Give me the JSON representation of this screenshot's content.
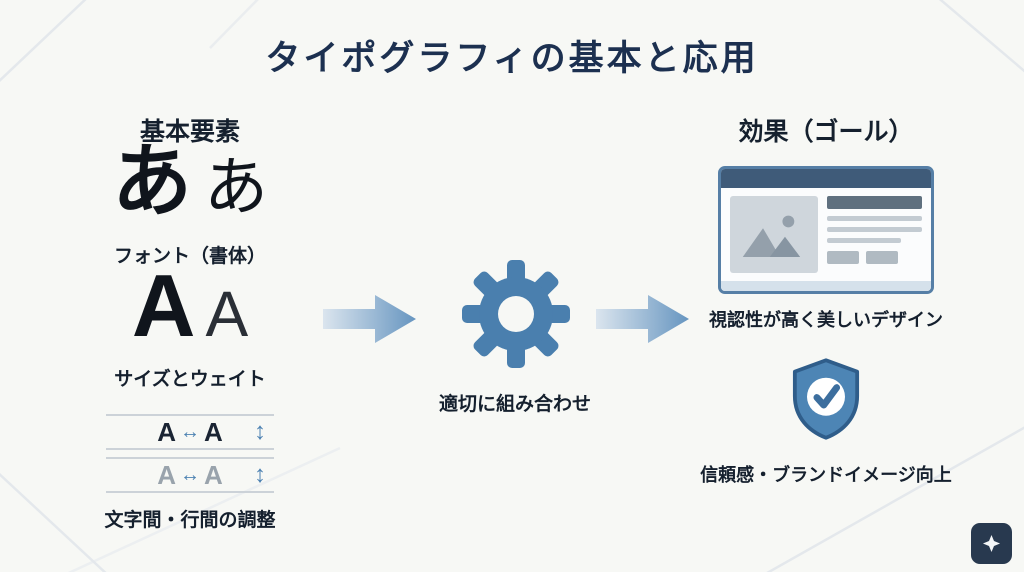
{
  "title": "タイポグラフィの基本と応用",
  "left": {
    "heading": "基本要素",
    "font": {
      "sample_bold": "あ",
      "sample_regular": "あ",
      "label": "フォント（書体）"
    },
    "size": {
      "sample_bold": "A",
      "sample_light": "A",
      "label": "サイズとウェイト"
    },
    "spacing": {
      "rows": [
        {
          "left": "A",
          "h_arrow": "↔",
          "right": "A",
          "v_arrow": "↕"
        },
        {
          "left": "A",
          "h_arrow": "↔",
          "right": "A",
          "v_arrow": "↕"
        }
      ],
      "label": "文字間・行間の調整"
    }
  },
  "center": {
    "label": "適切に組み合わせ"
  },
  "right": {
    "heading": "効果（ゴール）",
    "design_result": "視認性が高く美しいデザイン",
    "trust_result": "信頼感・ブランドイメージ向上"
  },
  "icons": {
    "gear": "gear-icon",
    "arrow_right": "arrow-right-icon",
    "shield_check": "shield-check-icon",
    "image_placeholder": "image-placeholder-icon",
    "sparkle": "sparkle-icon"
  },
  "colors": {
    "background": "#f7f8f5",
    "title_navy": "#1c3050",
    "text_dark": "#1a2433",
    "accent_blue": "#4d82b2",
    "arrow_gradient_start": "#dbe5ee",
    "arrow_gradient_end": "#6695c0",
    "browser_border": "#567fa6",
    "badge_navy": "#28394f"
  }
}
